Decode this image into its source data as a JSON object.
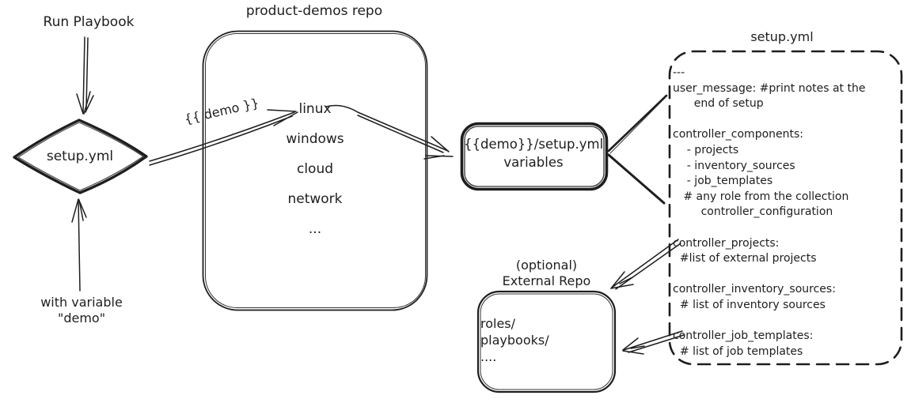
{
  "colors": {
    "ink": "#1e1e1e",
    "background": "#ffffff"
  },
  "flow": {
    "run_playbook_label": "Run Playbook",
    "start_node_label": "setup.yml",
    "with_variable_line1": "with variable",
    "with_variable_line2": "\"demo\"",
    "demo_arrow_label": "{{ demo }}"
  },
  "repo": {
    "title": "product-demos repo",
    "items": [
      "linux",
      "windows",
      "cloud",
      "network",
      "..."
    ]
  },
  "variables_node": {
    "line1": "{{demo}}/setup.yml",
    "line2": "variables"
  },
  "setup_file": {
    "title": "setup.yml",
    "lines": [
      "---",
      "user_message: #print notes at the",
      "      end of setup",
      "",
      "controller_components:",
      "    - projects",
      "    - inventory_sources",
      "    - job_templates",
      "   # any role from the collection",
      "        controller_configuration",
      "",
      "controller_projects:",
      "  #list of external projects",
      "",
      "controller_inventory_sources:",
      "  # list of inventory sources",
      "",
      "controller_job_templates:",
      "  # list of job templates"
    ]
  },
  "external_repo": {
    "title_line1": "(optional)",
    "title_line2": "External Repo",
    "items": [
      "roles/",
      "playbooks/",
      "...."
    ]
  }
}
